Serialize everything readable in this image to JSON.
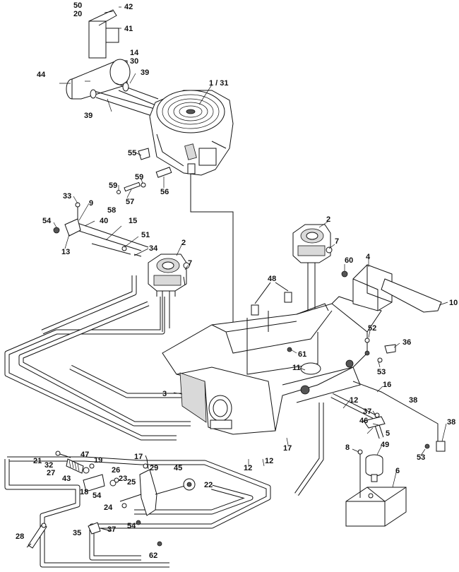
{
  "callouts": {
    "c50": "50",
    "c20": "20",
    "c42": "42",
    "c41": "41",
    "c14": "14",
    "c30": "30",
    "c44": "44",
    "c39a": "39",
    "c39b": "39",
    "c1_31": "1 / 31",
    "c55": "55",
    "c59a": "59",
    "c59b": "59",
    "c58": "58",
    "c57": "57",
    "c56": "56",
    "c33": "33",
    "c9": "9",
    "c54a": "54",
    "c40": "40",
    "c15": "15",
    "c13": "13",
    "c51": "51",
    "c34": "34",
    "c2a": "2",
    "c7a": "7",
    "c2b": "2",
    "c7b": "7",
    "c60": "60",
    "c4": "4",
    "c10": "10",
    "c48": "48",
    "c52": "52",
    "c36": "36",
    "c61": "61",
    "c11": "11",
    "c53a": "53",
    "c16": "16",
    "c3": "3",
    "c12a": "12",
    "c38a": "38",
    "c37a": "37",
    "c46": "46",
    "c5": "5",
    "c38b": "38",
    "c17a": "17",
    "c12b": "12",
    "c12c": "12",
    "c8": "8",
    "c49": "49",
    "c53b": "53",
    "c6": "6",
    "c21": "21",
    "c32": "32",
    "c47": "47",
    "c19": "19",
    "c17b": "17",
    "c29": "29",
    "c45": "45",
    "c27": "27",
    "c43": "43",
    "c26": "26",
    "c23": "23",
    "c25": "25",
    "c22": "22",
    "c18": "18",
    "c54b": "54",
    "c24": "24",
    "c28": "28",
    "c35": "35",
    "c37b": "37",
    "c54c": "54",
    "c62": "62"
  }
}
